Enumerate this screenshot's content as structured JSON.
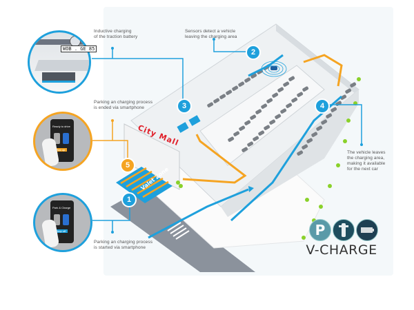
{
  "diagram": {
    "title": "V-CHARGE",
    "building_sign": "City Mall",
    "valet_sign": "Valet Zone",
    "license_plate": "WOB . GE 85",
    "steps": [
      {
        "number": "1",
        "color": "#1ea0dc",
        "caption_lines": [
          "Parking an charging process",
          "is started via smartphone"
        ],
        "phone_screen_title": "Park & Charge",
        "phone_button": "Drop off"
      },
      {
        "number": "2",
        "color": "#1ea0dc",
        "caption_lines": [
          "Sensors detect a vehicle",
          "leaving the charging area"
        ]
      },
      {
        "number": "3",
        "color": "#1ea0dc",
        "caption_lines": [
          "Inductive charging",
          "of the traction battery"
        ]
      },
      {
        "number": "4",
        "color": "#1ea0dc",
        "caption_lines": [
          "The vehicle leaves",
          "the charging area,",
          "making it available",
          "for the next car"
        ]
      },
      {
        "number": "5",
        "color": "#f5a422",
        "caption_lines": [
          "Parking an charging process",
          "is ended via smartphone"
        ],
        "phone_screen_title": "Ready to drive",
        "phone_button": "Pick up"
      }
    ],
    "logo_icons": [
      "parking-icon",
      "charging-station-icon",
      "battery-icon"
    ],
    "colors": {
      "blue": "#1ea0dc",
      "orange": "#f5a422",
      "green": "#8ad12a",
      "red": "#e0202a",
      "logo_teal": "#5a9aa8",
      "logo_dark": "#1e4d5e"
    }
  }
}
